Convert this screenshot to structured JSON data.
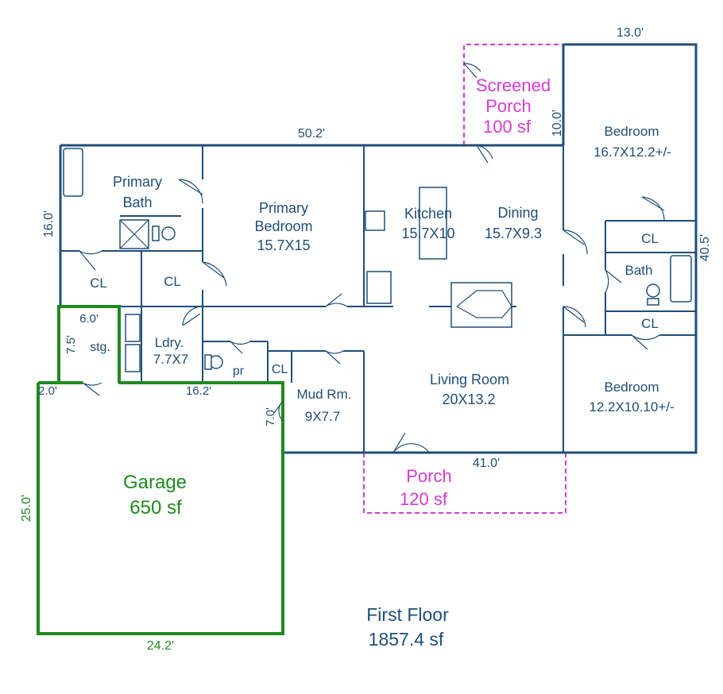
{
  "dims": {
    "overall_width": "50.2'",
    "bedroom_top": "13.0'",
    "screened_porch_depth": "10.0'",
    "left_depth": "16.0'",
    "right_depth": "40.5'",
    "stg_width": "6.0'",
    "stg_depth": "7.5'",
    "garage_offset": "2.0'",
    "laundry_span": "16.2'",
    "mud_depth": "7.0'",
    "front_width": "41.0'",
    "garage_depth": "25.0'",
    "garage_width": "24.2'"
  },
  "rooms": {
    "primary_bath": [
      "Primary",
      "Bath"
    ],
    "primary_bedroom": [
      "Primary",
      "Bedroom",
      "15.7X15"
    ],
    "kitchen": [
      "Kitchen",
      "15.7X10"
    ],
    "dining": [
      "Dining",
      "15.7X9.3"
    ],
    "bedroom_top": [
      "Bedroom",
      "16.7X12.2+/-"
    ],
    "cl_top": "CL",
    "bath": "Bath",
    "cl_bottom": "CL",
    "bedroom_bottom": [
      "Bedroom",
      "12.2X10.10+/-"
    ],
    "cl_left_a": "CL",
    "cl_left_b": "CL",
    "stg": "stg.",
    "laundry": [
      "Ldry.",
      "7.7X7"
    ],
    "pr": "pr",
    "cl_small": "CL",
    "mud_room": [
      "Mud Rm.",
      "9X7.7"
    ],
    "living_room": [
      "Living Room",
      "20X13.2"
    ]
  },
  "screened_porch": [
    "Screened",
    "Porch",
    "100 sf"
  ],
  "porch": [
    "Porch",
    "120 sf"
  ],
  "garage": [
    "Garage",
    "650 sf"
  ],
  "footer": [
    "First Floor",
    "1857.4 sf"
  ]
}
